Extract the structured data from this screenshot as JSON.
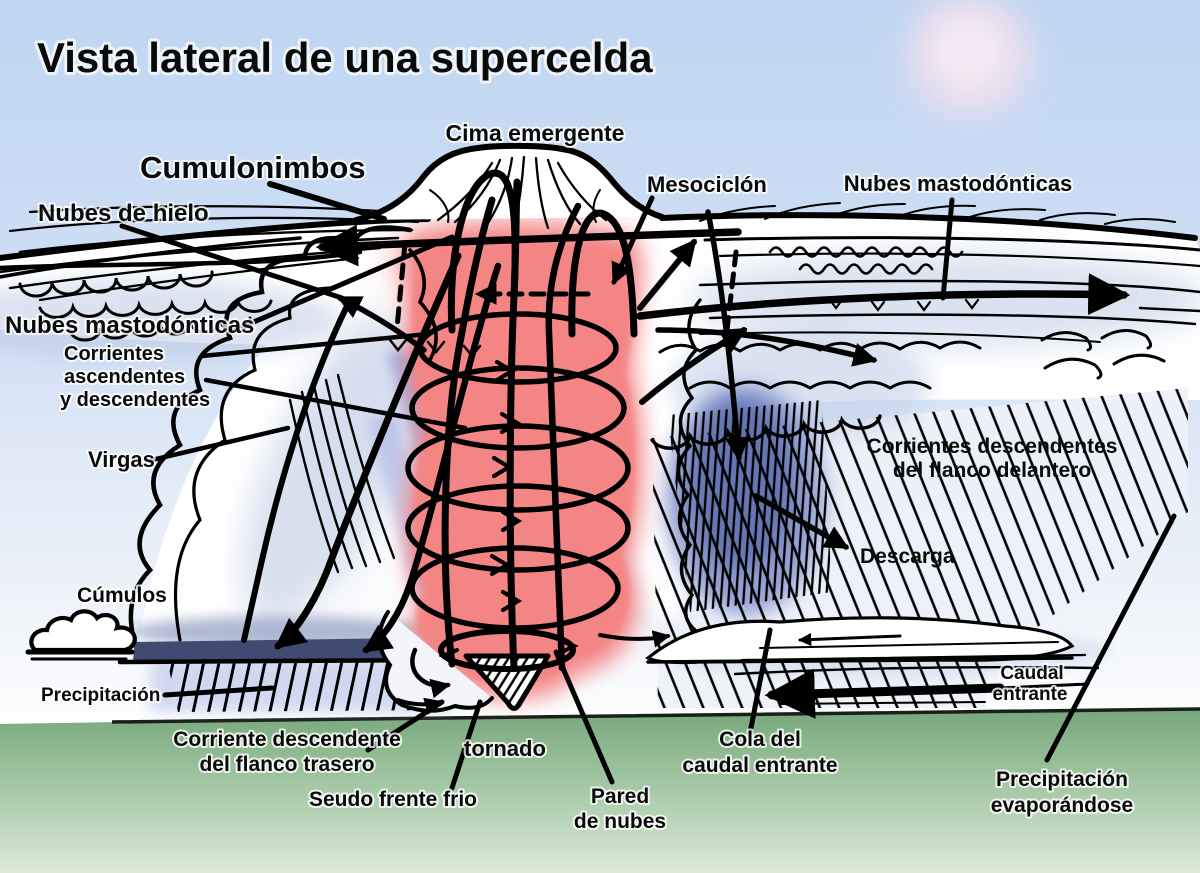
{
  "title": "Vista lateral de una supercelda",
  "labels": {
    "cima_emergente": "Cima emergente",
    "cumulonimbos": "Cumulonimbos",
    "mesociclon": "Mesociclón",
    "nubes_mastodonticas_derecha": "Nubes mastodónticas",
    "nubes_de_hielo": "Nubes de hielo",
    "nubes_mastodonticas_izquierda": "Nubes mastodónticas",
    "corrientes_linea1": "Corrientes",
    "corrientes_linea2": "ascendentes",
    "corrientes_linea3": "y descendentes",
    "virgas": "Virgas",
    "cumulos": "Cúmulos",
    "precipitacion": "Precipitación",
    "corriente_descendente_trasero_linea1": "Corriente descendente",
    "corriente_descendente_trasero_linea2": "del flanco trasero",
    "seudo_frente_frio": "Seudo frente frio",
    "tornado": "tornado",
    "pared_linea1": "Pared",
    "pared_linea2": "de nubes",
    "cola_linea1": "Cola del",
    "cola_linea2": "caudal entrante",
    "caudal_linea1": "Caudal",
    "caudal_linea2": "entrante",
    "precipitacion_evaporandose_linea1": "Precipitación",
    "precipitacion_evaporandose_linea2": "evaporándose",
    "corrientes_descendentes_delantero_linea1": "Corrientes descendentes",
    "corrientes_descendentes_delantero_linea2": "del flanco delantero",
    "descarga": "Descarga"
  },
  "colors": {
    "sky_top": "#bfd5f1",
    "sky_mid": "#d2e1f5",
    "sky_low": "#ecf1f9",
    "sky_bottom": "#ffffff",
    "ground_top": "#77a67c",
    "ground_mid": "#93bc95",
    "ground_bottom": "#dcead8",
    "updraft_red": "#f47e7e",
    "updraft_glow": "#f59a9a",
    "rain_blue": "#8b9cd9",
    "shaft_blue": "#4a5a9e",
    "cloud_shade": "#b9c6e2",
    "glow_pink": "#eee0ed",
    "ink": "#000000",
    "cloud_white": "#ffffff"
  }
}
